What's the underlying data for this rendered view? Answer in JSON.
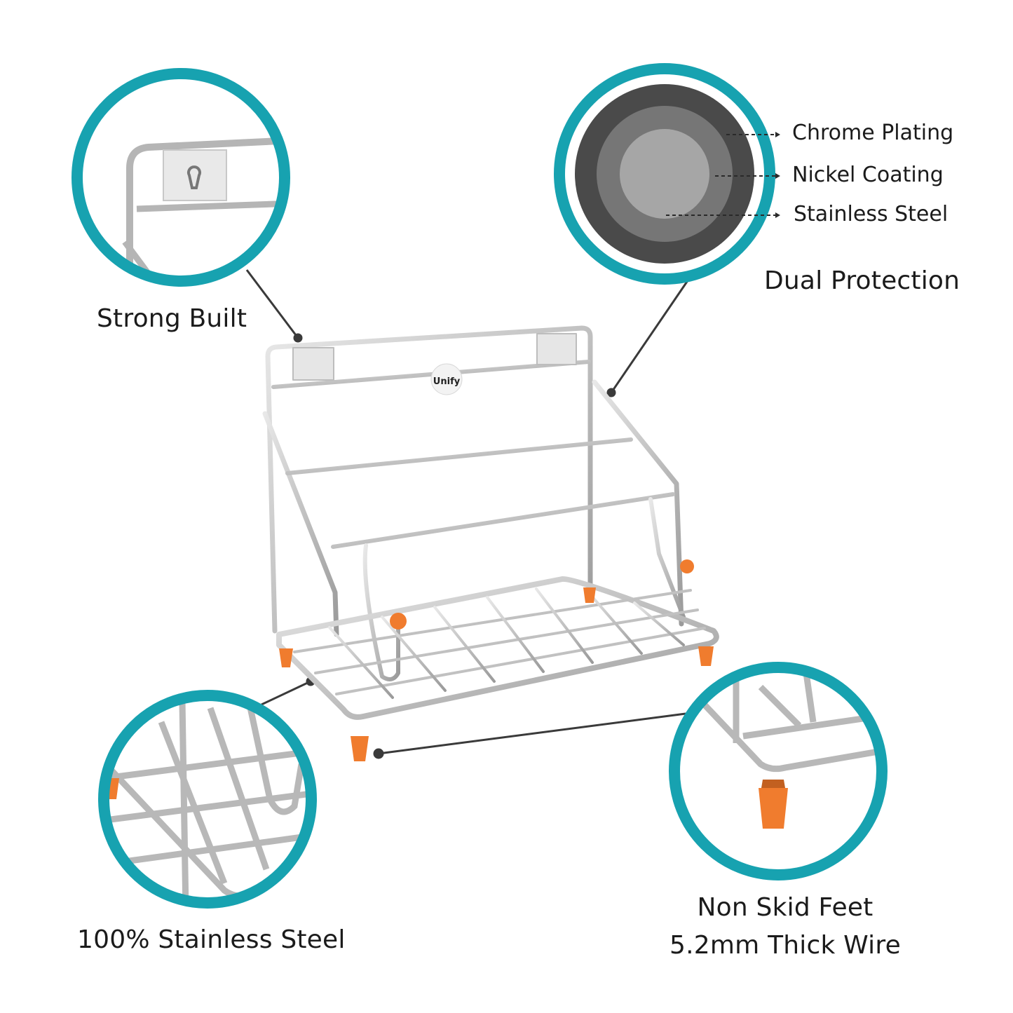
{
  "features": {
    "strong_built": "Strong Built",
    "dual_protection": "Dual Protection",
    "stainless_steel": "100% Stainless Steel",
    "non_skid_feet": "Non Skid Feet",
    "thick_wire": "5.2mm Thick Wire"
  },
  "layers": {
    "chrome": "Chrome Plating",
    "nickel": "Nickel Coating",
    "steel": "Stainless Steel"
  },
  "brand": {
    "logo_text": "Unify"
  },
  "colors": {
    "accent_ring": "#17a2b0",
    "feet": "#f07c2e",
    "wire": "#c8c8c8",
    "layer_outer": "#4a4a4a",
    "layer_mid": "#767676",
    "layer_inner": "#a6a6a6"
  }
}
